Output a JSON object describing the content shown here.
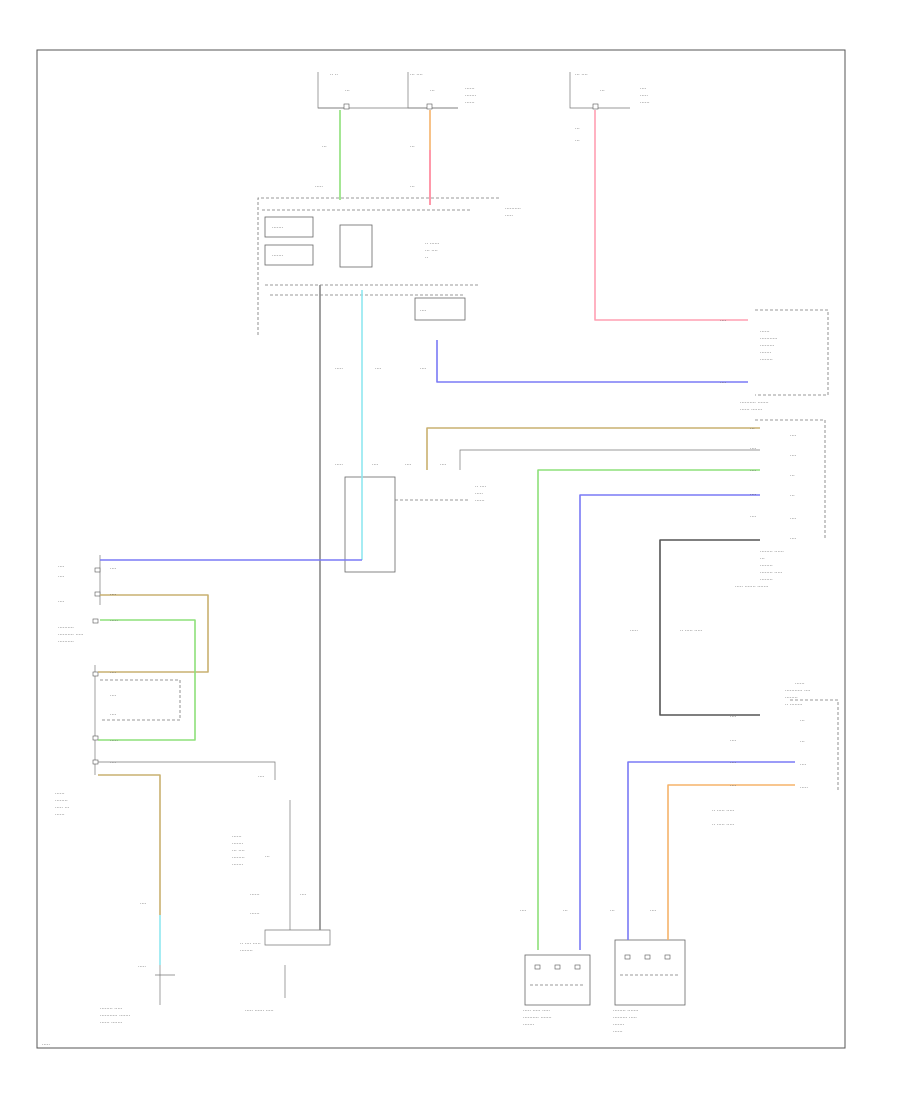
{
  "diagram": {
    "title": "",
    "page_code": "",
    "wire_colors": {
      "green": "#8ee07a",
      "orange": "#f5b36a",
      "red": "#ff7e95",
      "pink": "#ff9fb2",
      "cyan": "#8fe8f0",
      "blue": "#7a7af5",
      "tan": "#c9b070",
      "gray": "#555555",
      "black": "#000000"
    },
    "components": [
      {
        "id": "fuse-top-1",
        "label": "·  ·"
      },
      {
        "id": "fuse-top-2",
        "label": "·  ·"
      },
      {
        "id": "fuse-top-3",
        "label": "·  ·"
      },
      {
        "id": "junction-block",
        "label": "· · ·"
      },
      {
        "id": "engine-room-relay",
        "label": "· ·"
      },
      {
        "id": "seat-heater-relay",
        "label": "· ·"
      },
      {
        "id": "passenger-detection-ecu",
        "label": "· · ·"
      },
      {
        "id": "occupant-classification-ecu",
        "label": "· · ·"
      },
      {
        "id": "front-seat-buckle-switch",
        "label": "· · ·"
      },
      {
        "id": "left-front-seat-heater",
        "label": "· · ·"
      },
      {
        "id": "right-front-seat-heater",
        "label": "· · ·"
      },
      {
        "id": "seat-position-sensor",
        "label": "· · ·"
      },
      {
        "id": "left-front-door-switch",
        "label": "· · ·"
      },
      {
        "id": "ground-left-kick-panel",
        "label": "· · ·"
      }
    ]
  }
}
